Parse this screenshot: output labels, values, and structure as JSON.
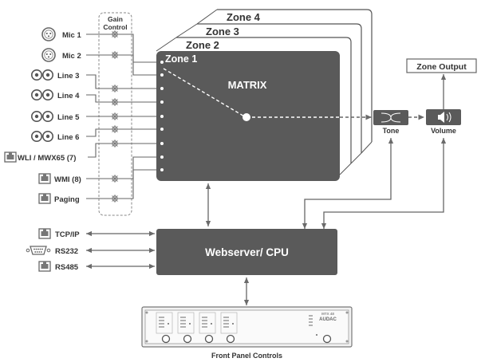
{
  "gain_control": {
    "title_line1": "Gain",
    "title_line2": "Control"
  },
  "inputs": [
    {
      "label": "Mic 1",
      "icon": "xlr-connector-icon"
    },
    {
      "label": "Mic 2",
      "icon": "xlr-connector-icon"
    },
    {
      "label": "Line 3",
      "icon": "rca-pair-icon"
    },
    {
      "label": "Line 4",
      "icon": "rca-pair-icon"
    },
    {
      "label": "Line 5",
      "icon": "rca-pair-icon"
    },
    {
      "label": "Line 6",
      "icon": "rca-pair-icon"
    },
    {
      "label": "WLI / MWX65 (7)",
      "icon": "network-port-icon"
    },
    {
      "label": "WMI (8)",
      "icon": "network-port-icon"
    },
    {
      "label": "Paging",
      "icon": "network-port-icon"
    }
  ],
  "zones": {
    "front": "Zone 1",
    "z2": "Zone 2",
    "z3": "Zone 3",
    "z4": "Zone 4"
  },
  "matrix": {
    "label": "MATRIX"
  },
  "tone": {
    "label": "Tone"
  },
  "volume": {
    "label": "Volume"
  },
  "zone_output": {
    "label": "Zone Output"
  },
  "cpu": {
    "label": "Webserver/ CPU"
  },
  "comms": [
    {
      "label": "TCP/IP",
      "icon": "network-port-icon"
    },
    {
      "label": "RS232",
      "icon": "db9-serial-icon"
    },
    {
      "label": "RS485",
      "icon": "network-port-icon"
    }
  ],
  "front_panel": {
    "caption": "Front Panel Controls",
    "brand": "AUDAC",
    "model": "MTX 48"
  },
  "colors": {
    "box": "#5a5a5a",
    "line": "#6a6a6a",
    "text": "#333333"
  }
}
